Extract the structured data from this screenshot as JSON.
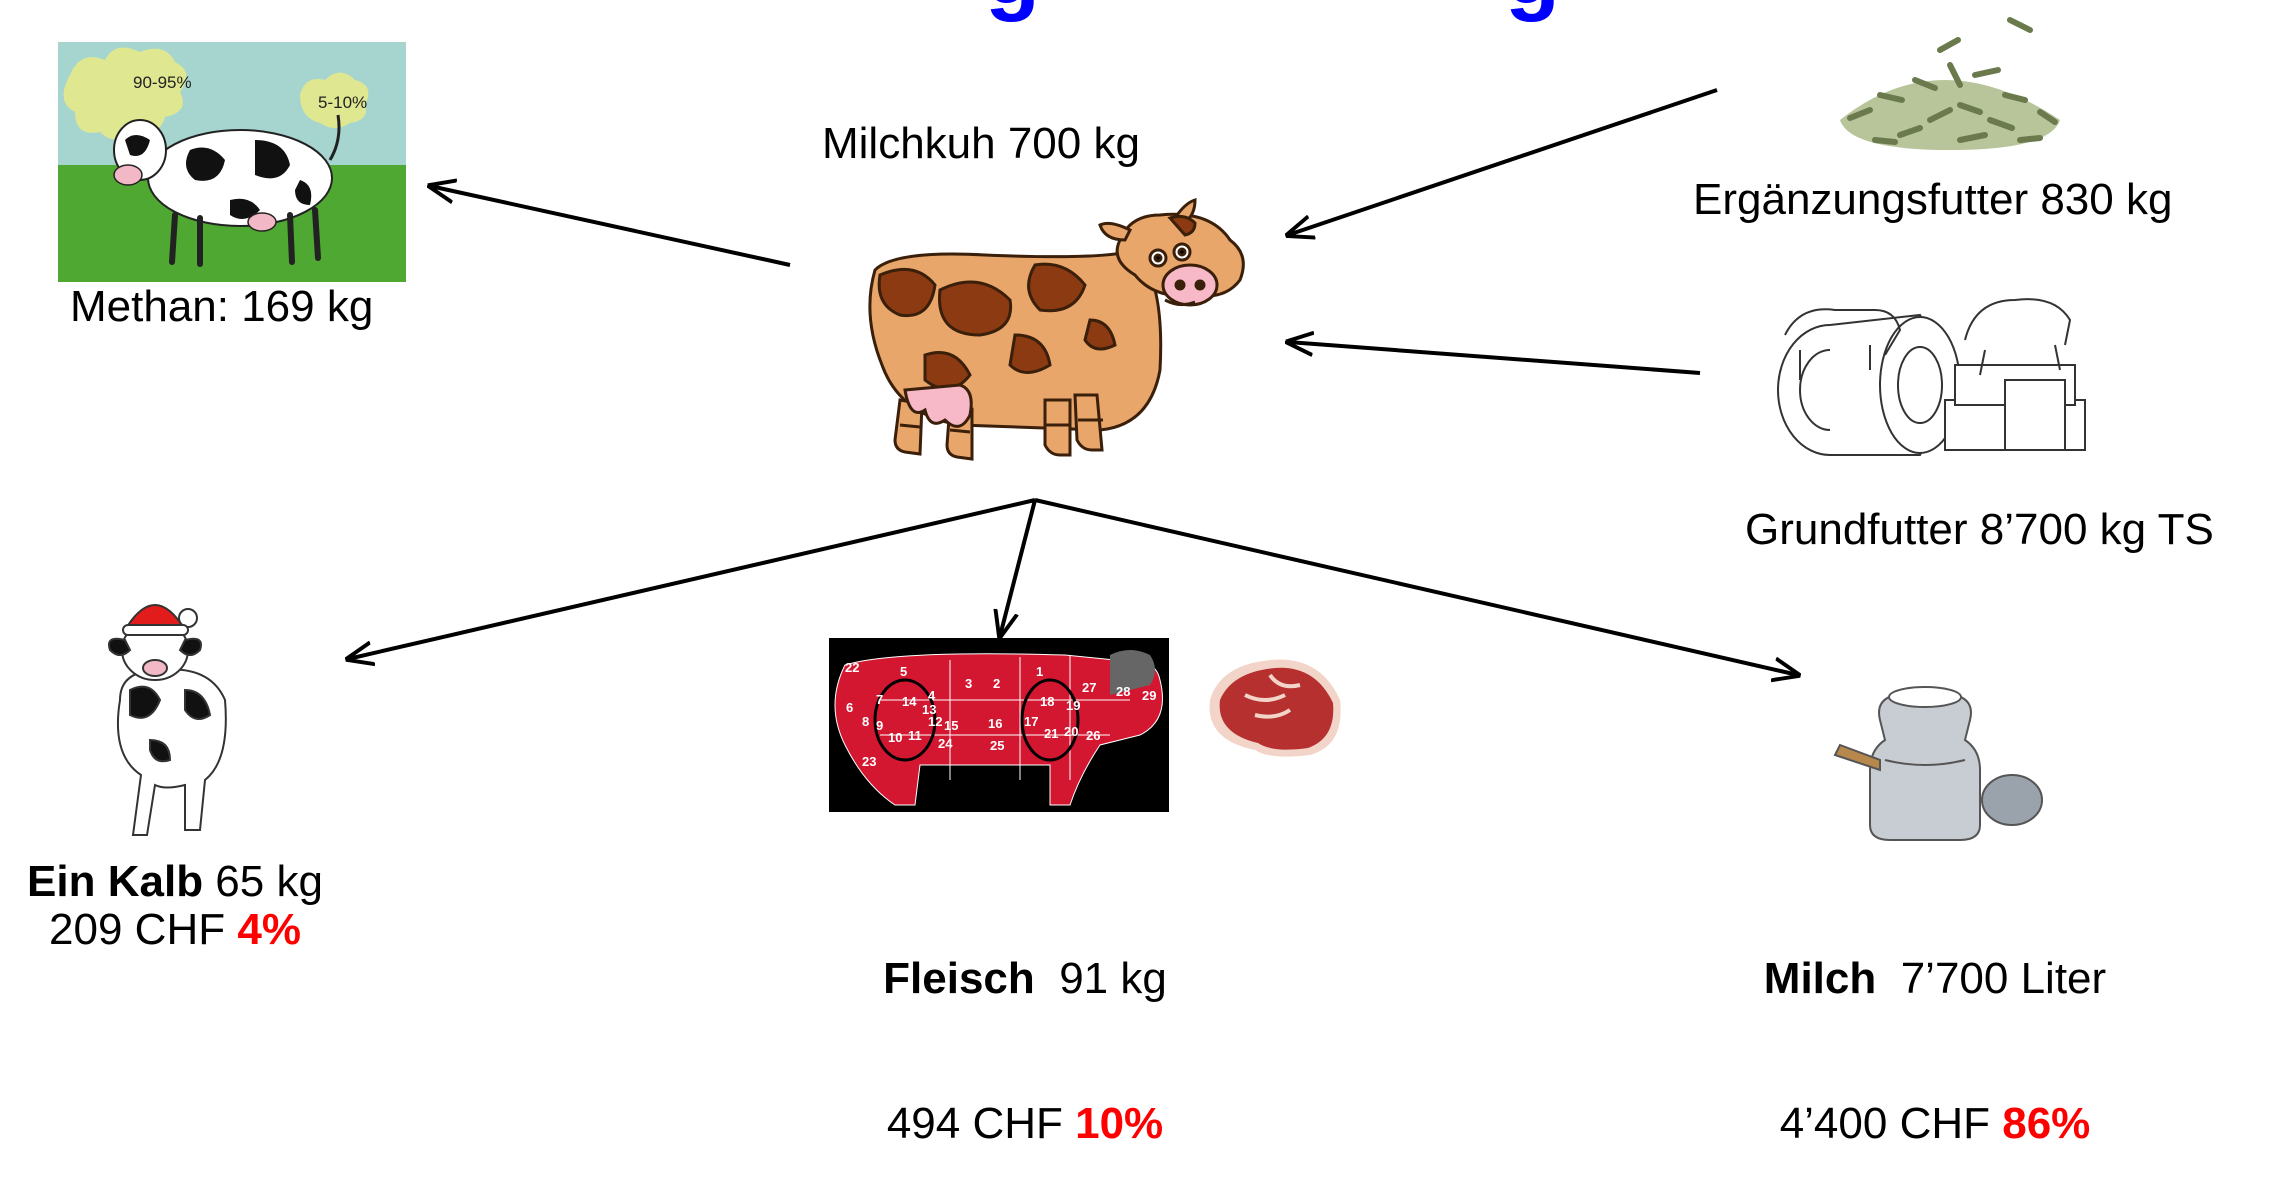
{
  "title_fragment": "g",
  "title_fragment2": "g",
  "cow": {
    "label": "Milchkuh 700 kg"
  },
  "methane": {
    "label": "Methan: 169 kg",
    "cloud_left": "90-95%",
    "cloud_right": "5-10%"
  },
  "supplement": {
    "label": "Ergänzungsfutter 830 kg"
  },
  "roughage": {
    "label": "Grundfutter 8’700 kg TS"
  },
  "calf": {
    "name": "Ein Kalb",
    "weight": " 65 kg",
    "value": "209 CHF ",
    "share": "4%"
  },
  "meat": {
    "name": "Fleisch",
    "weight": "  91 kg",
    "value": "494 CHF ",
    "share": "10%",
    "cut_numbers": [
      "22",
      "5",
      "3",
      "2",
      "1",
      "27",
      "28",
      "29",
      "6",
      "7",
      "14",
      "4",
      "13",
      "18",
      "19",
      "8",
      "9",
      "12",
      "15",
      "16",
      "17",
      "21",
      "20",
      "26",
      "10",
      "11",
      "24",
      "25",
      "23"
    ]
  },
  "milk": {
    "name": "Milch",
    "amount": "  7’700 Liter",
    "value": "4’400 CHF ",
    "share": "86%"
  },
  "colors": {
    "arrow": "#000000",
    "title": "#0000ff",
    "highlight": "#ff0000"
  }
}
